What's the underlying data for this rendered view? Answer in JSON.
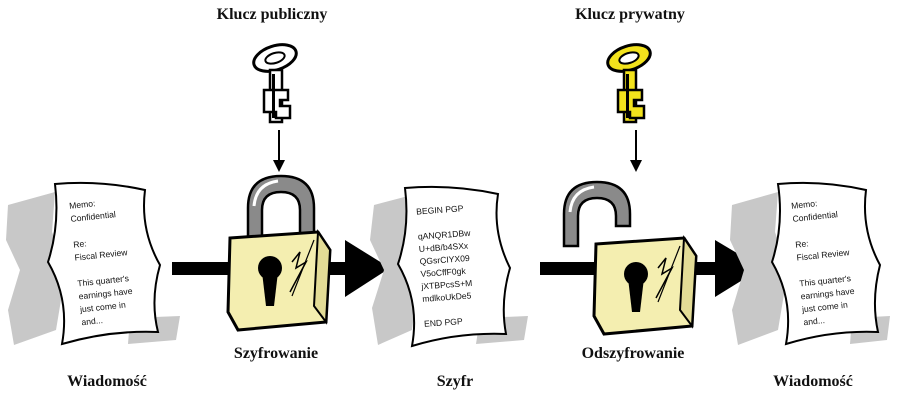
{
  "labels": {
    "public_key": "Klucz publiczny",
    "private_key": "Klucz prywatny",
    "encryption": "Szyfrowanie",
    "decryption": "Odszyfrowanie",
    "message_left": "Wiadomość",
    "cipher": "Szyfr",
    "message_right": "Wiadomość"
  },
  "documents": {
    "plaintext_left": [
      "Memo:",
      "Confidential",
      "",
      "Re:",
      "Fiscal Review",
      "",
      "This quarter's",
      "earnings have",
      "just come in",
      "and..."
    ],
    "ciphertext": [
      "BEGIN PGP",
      "",
      "qANQR1DBw",
      "U+dB/b4SXx",
      "QGsrCIYX09",
      "V5oCffF0gk",
      "jXTBPcsS+M",
      "mdlkoUkDe5",
      "",
      "END PGP"
    ],
    "plaintext_right": [
      "Memo:",
      "Confidential",
      "",
      "Re:",
      "Fiscal Review",
      "",
      "This quarter's",
      "earnings have",
      "just come in",
      "and..."
    ]
  },
  "colors": {
    "public_key": "#ffffff",
    "private_key": "#f2e21c",
    "lock_body": "#f4eeb0",
    "shackle": "#8a8a8a",
    "shadow": "#c8c8c8",
    "arrow": "#000000"
  },
  "icons": {
    "public_key": "key-icon",
    "private_key": "key-icon",
    "encrypt_lock": "closed-padlock-icon",
    "decrypt_lock": "open-padlock-icon"
  }
}
